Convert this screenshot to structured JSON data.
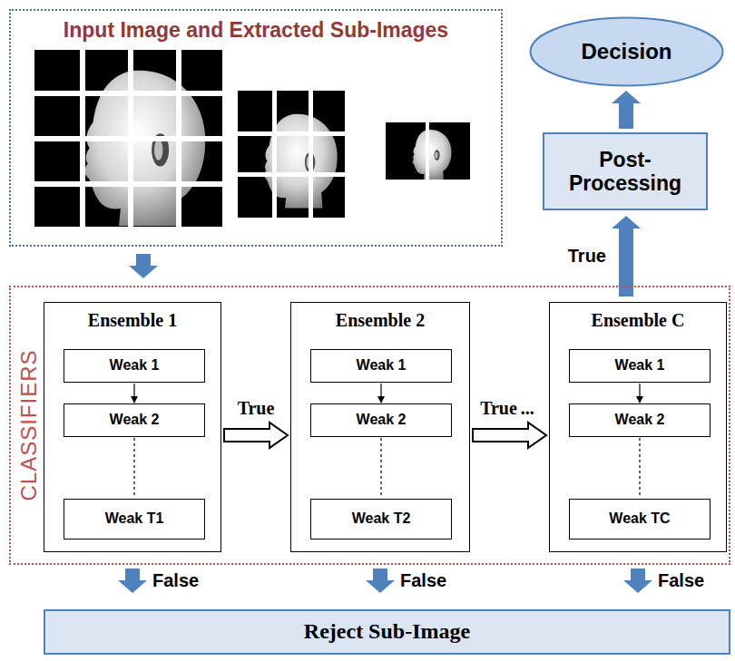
{
  "diagram": {
    "nodes": [
      {
        "text": [
          "Input Image and Extracted Sub-Images"
        ]
      },
      {
        "text": [
          "Decision"
        ]
      },
      {
        "text": [
          "Post-Processing"
        ]
      },
      {
        "text": [
          "CLASSIFIERS"
        ]
      },
      {
        "text": [
          "Ensemble 1"
        ],
        "in": 3
      },
      {
        "text": [
          "Weak 1"
        ],
        "in": 4
      },
      {
        "text": [
          "Weak 2"
        ],
        "in": 4
      },
      {
        "text": [
          "Weak T1"
        ],
        "in": 4
      },
      {
        "text": [
          "Ensemble 2"
        ],
        "in": 3
      },
      {
        "text": [
          "Weak 1"
        ],
        "in": 8
      },
      {
        "text": [
          "Weak 2"
        ],
        "in": 8
      },
      {
        "text": [
          "Weak T2"
        ],
        "in": 8
      },
      {
        "text": [
          "Ensemble C"
        ],
        "in": 3
      },
      {
        "text": [
          "Weak 1"
        ],
        "in": 12
      },
      {
        "text": [
          "Weak 2"
        ],
        "in": 12
      },
      {
        "text": [
          "Weak TC"
        ],
        "in": 12
      },
      {
        "text": [
          "Reject Sub-Image"
        ]
      }
    ],
    "edges": [
      {
        "from": 0,
        "to": 3,
        "arrow": "to"
      },
      {
        "from": 4,
        "to": 8,
        "label": "True",
        "arrow": "to"
      },
      {
        "from": 8,
        "to": 12,
        "label": "True",
        "arrow": "to"
      },
      {
        "from": 12,
        "to": 2,
        "label": "True",
        "arrow": "to"
      },
      {
        "from": 2,
        "to": 1,
        "arrow": "to"
      },
      {
        "from": 4,
        "to": 16,
        "label": "False",
        "arrow": "to"
      },
      {
        "from": 8,
        "to": 16,
        "label": "False",
        "arrow": "to"
      },
      {
        "from": 12,
        "to": 16,
        "label": "False",
        "arrow": "to"
      },
      {
        "from": 5,
        "to": 6,
        "arrow": "to"
      },
      {
        "from": 6,
        "to": 7,
        "arrow": "none"
      },
      {
        "from": 9,
        "to": 10,
        "arrow": "to"
      },
      {
        "from": 10,
        "to": 11,
        "arrow": "none"
      },
      {
        "from": 13,
        "to": 14,
        "arrow": "to"
      },
      {
        "from": 14,
        "to": 15,
        "arrow": "none"
      }
    ],
    "labels": [
      "..."
    ]
  }
}
